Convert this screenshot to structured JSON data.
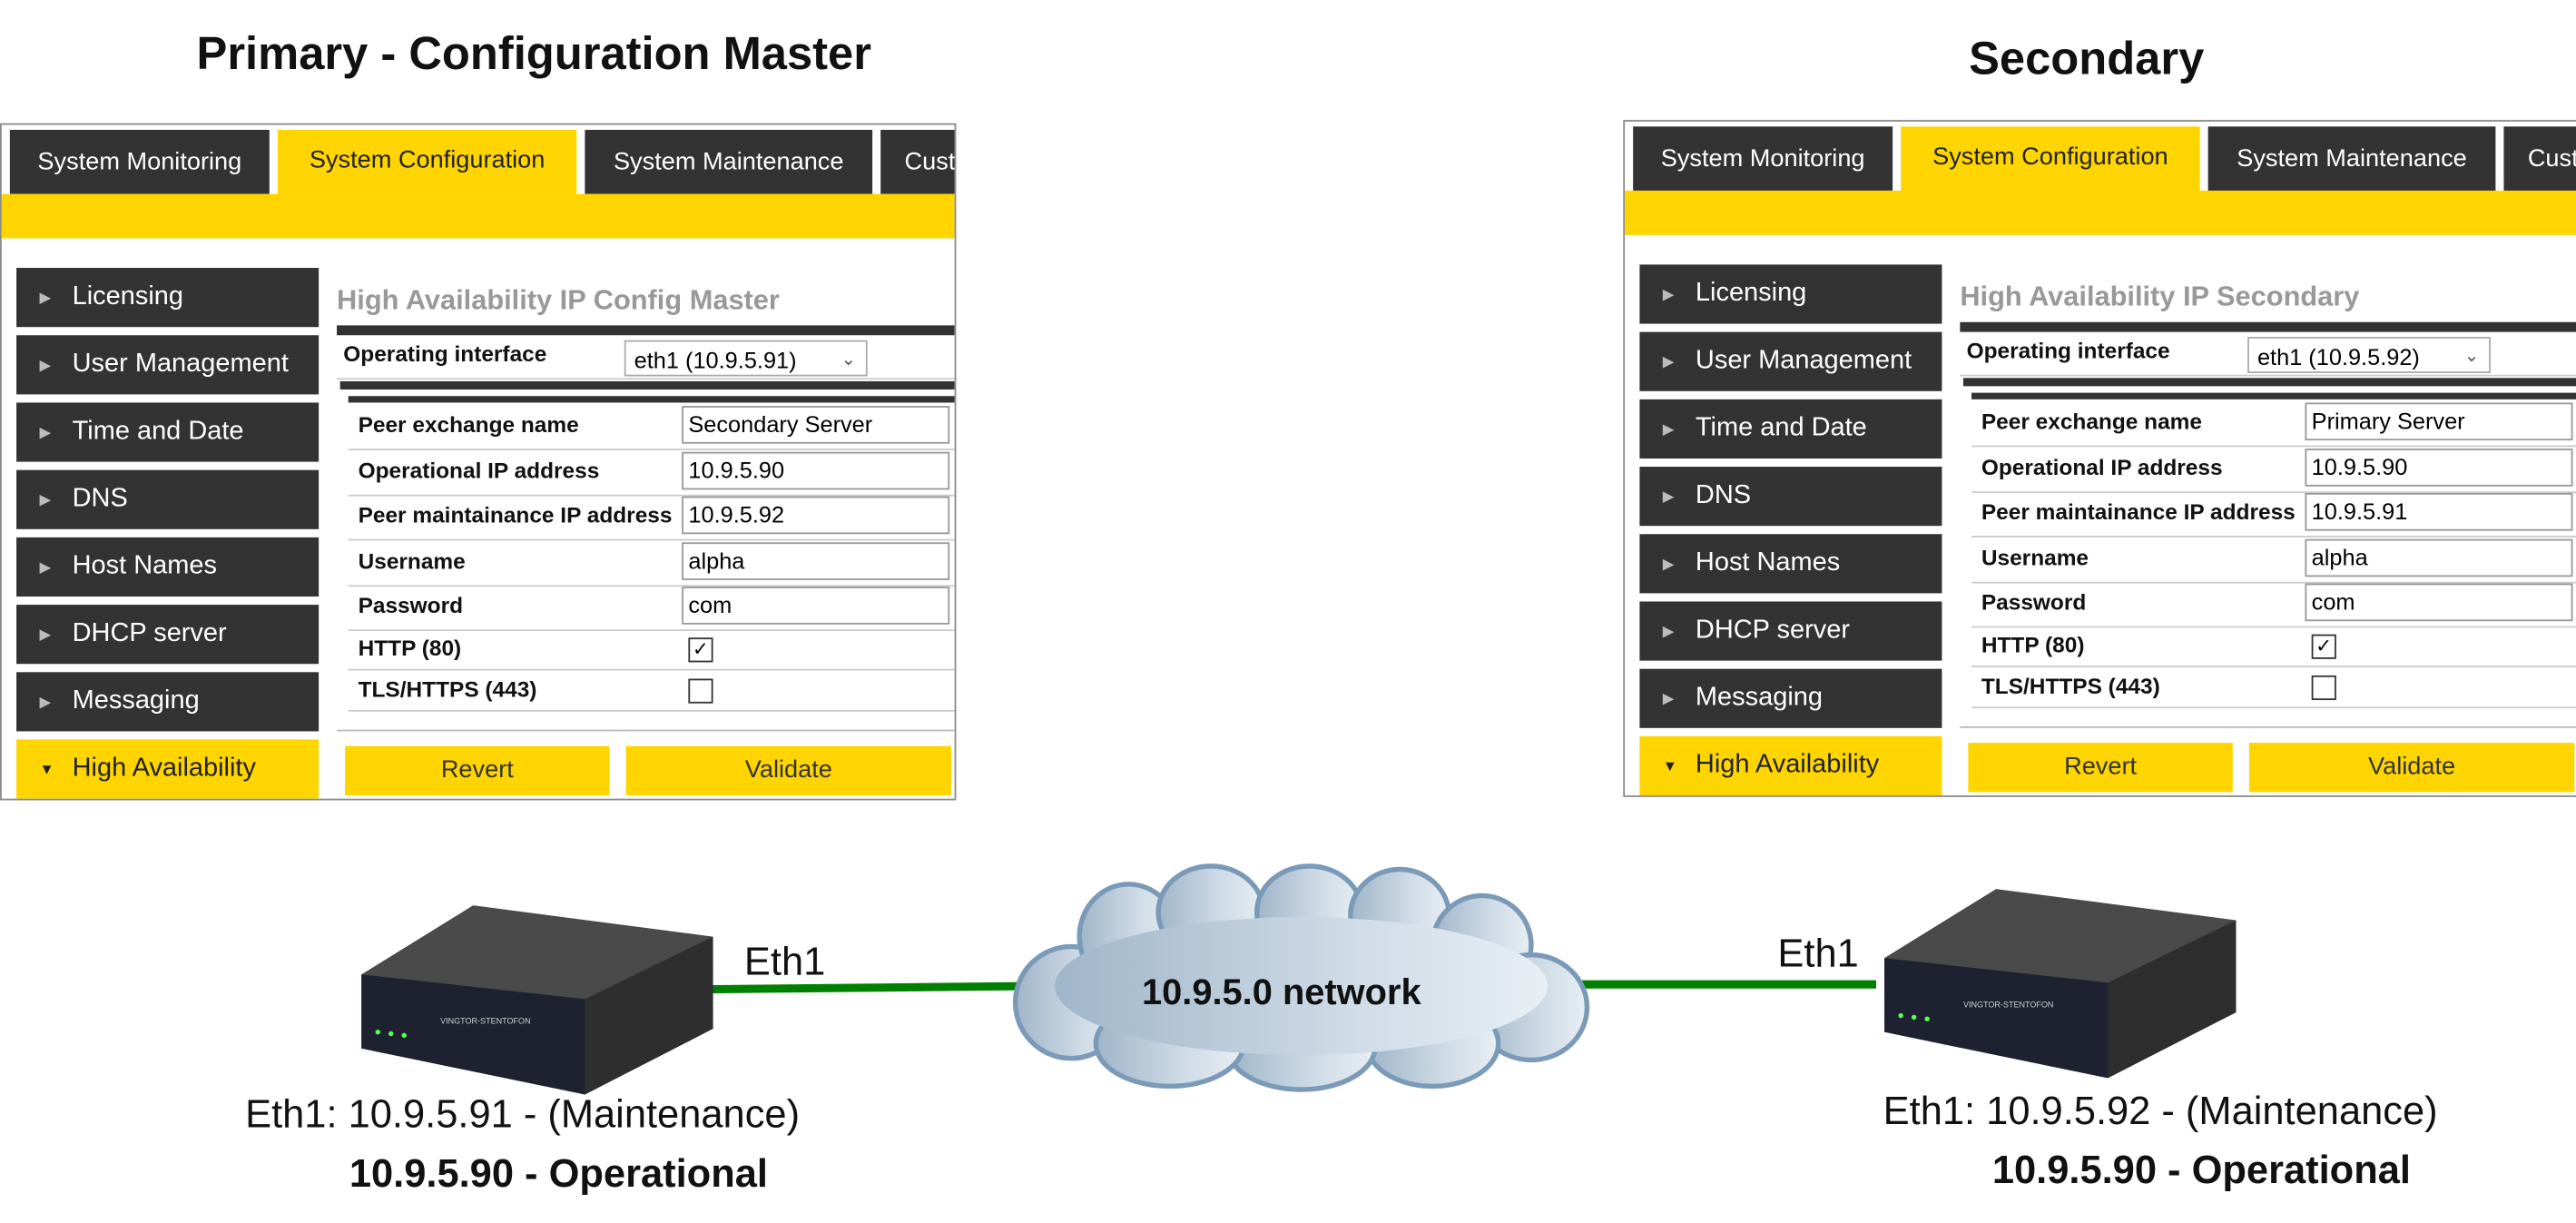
{
  "primary": {
    "title": "Primary - Configuration Master",
    "tabs": [
      "System Monitoring",
      "System Configuration",
      "System Maintenance",
      "Cust"
    ],
    "sidebar": [
      "Licensing",
      "User Management",
      "Time and Date",
      "DNS",
      "Host Names",
      "DHCP server",
      "Messaging",
      "High Availability"
    ],
    "heading": "High Availability IP Config Master",
    "operating_interface_label": "Operating interface",
    "operating_interface_value": "eth1 (10.9.5.91)",
    "fields": [
      {
        "label": "Peer exchange name",
        "value": "Secondary Server"
      },
      {
        "label": "Operational IP address",
        "value": "10.9.5.90"
      },
      {
        "label": "Peer maintainance IP address",
        "value": "10.9.5.92"
      },
      {
        "label": "Username",
        "value": "alpha"
      },
      {
        "label": "Password",
        "value": "com"
      }
    ],
    "checks": [
      {
        "label": "HTTP (80)",
        "checked": true
      },
      {
        "label": "TLS/HTTPS (443)",
        "checked": false
      }
    ],
    "revert": "Revert",
    "validate": "Validate",
    "eth_label": "Eth1",
    "maintenance": "Eth1: 10.9.5.91 - (Maintenance)",
    "operational": "10.9.5.90 - Operational"
  },
  "secondary": {
    "title": "Secondary",
    "tabs": [
      "System Monitoring",
      "System Configuration",
      "System Maintenance",
      "Cust"
    ],
    "sidebar": [
      "Licensing",
      "User Management",
      "Time and Date",
      "DNS",
      "Host Names",
      "DHCP server",
      "Messaging",
      "High Availability"
    ],
    "heading": "High Availability IP Secondary",
    "operating_interface_label": "Operating interface",
    "operating_interface_value": "eth1 (10.9.5.92)",
    "fields": [
      {
        "label": "Peer exchange name",
        "value": "Primary Server"
      },
      {
        "label": "Operational IP address",
        "value": "10.9.5.90"
      },
      {
        "label": "Peer maintainance IP address",
        "value": "10.9.5.91"
      },
      {
        "label": "Username",
        "value": "alpha"
      },
      {
        "label": "Password",
        "value": "com"
      }
    ],
    "checks": [
      {
        "label": "HTTP (80)",
        "checked": true
      },
      {
        "label": "TLS/HTTPS (443)",
        "checked": false
      }
    ],
    "revert": "Revert",
    "validate": "Validate",
    "eth_label": "Eth1",
    "maintenance": "Eth1: 10.9.5.92 - (Maintenance)",
    "operational": "10.9.5.90 - Operational"
  },
  "network": {
    "label": "10.9.5.0 network"
  },
  "colors": {
    "accent": "#ffd500",
    "dark": "#333333",
    "link": "#008000",
    "cloud_stroke": "#7a9ab8"
  },
  "device_brand": "VINGTOR-STENTOFON"
}
